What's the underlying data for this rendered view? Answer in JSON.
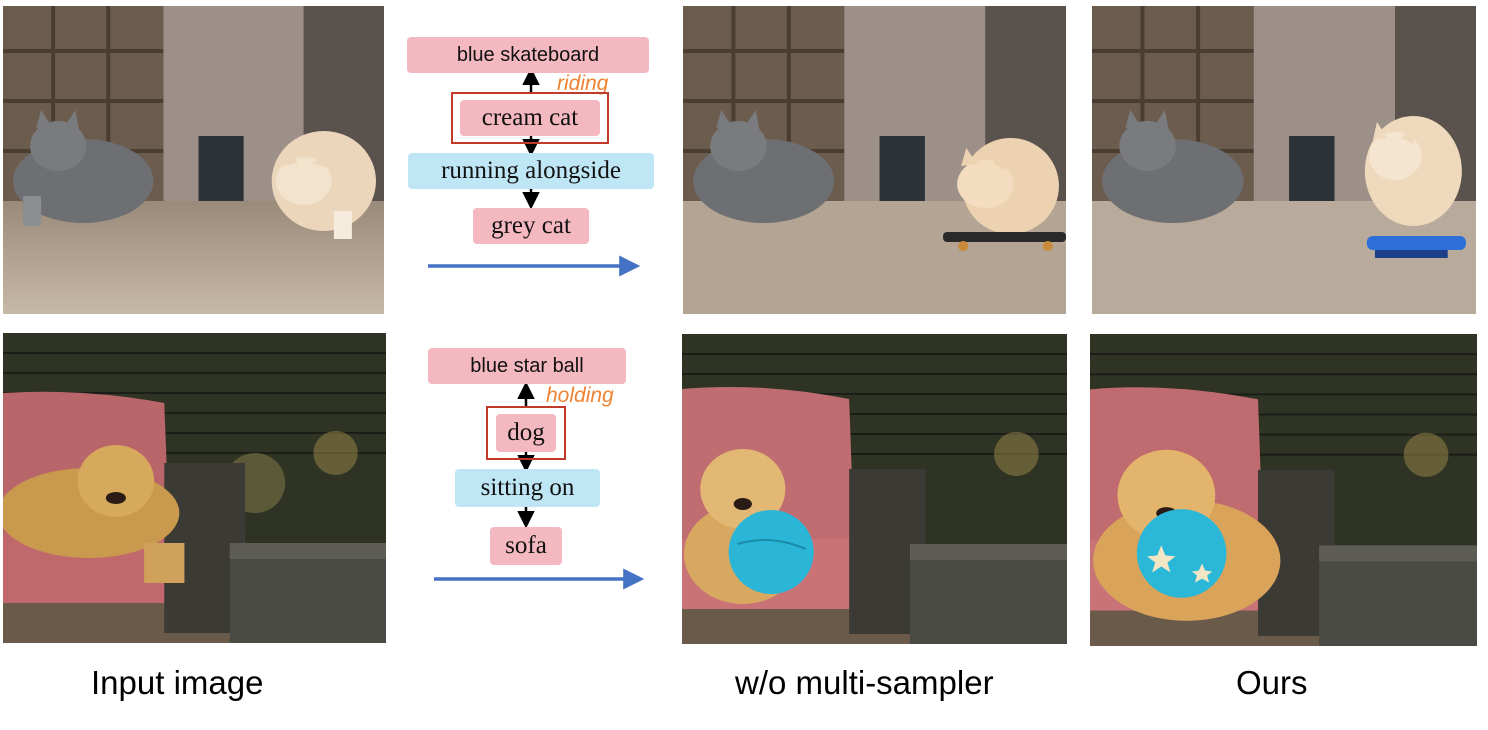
{
  "rows": [
    {
      "graph": {
        "top_node": "blue skateboard",
        "edge_label": "riding",
        "subject": "cream cat",
        "relation": "running alongside",
        "object": "grey cat"
      }
    },
    {
      "graph": {
        "top_node": "blue star ball",
        "edge_label": "holding",
        "subject": "dog",
        "relation": "sitting on",
        "object": "sofa"
      }
    }
  ],
  "captions": {
    "input": "Input image",
    "baseline": "w/o multi-sampler",
    "ours": "Ours"
  },
  "colors": {
    "object_node": "#f4b8c1",
    "relation_node": "#bfe6f5",
    "highlight_frame": "#c0392b",
    "edge_label": "#f08232",
    "transform_arrow": "#4472c4"
  }
}
